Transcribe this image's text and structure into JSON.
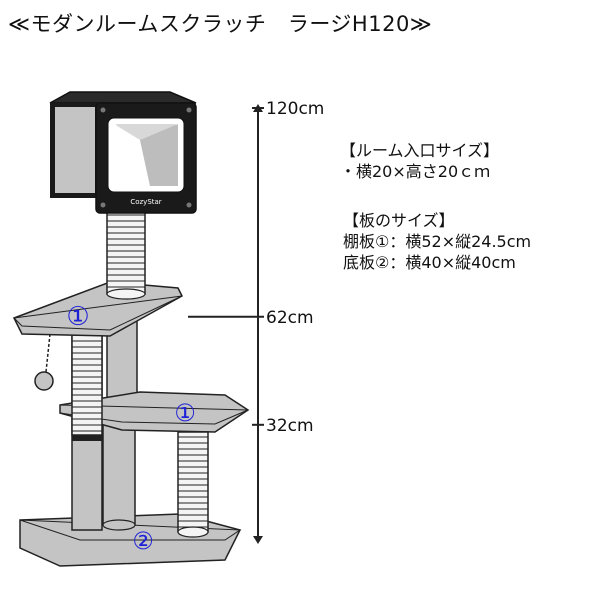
{
  "page": {
    "title": "≪モダンルームスクラッチ　ラージH120≫"
  },
  "height_scale": {
    "marks": [
      {
        "value": 120,
        "label": "120cm"
      },
      {
        "value": 62,
        "label": "62cm"
      },
      {
        "value": 32,
        "label": "32cm"
      }
    ]
  },
  "room_logo": "CozyStar",
  "diagram_labels": {
    "shelf": "①",
    "shelf_lower": "①",
    "base": "②"
  },
  "room_size": {
    "heading": "【ルーム入口サイズ】",
    "detail": "・横20×高さ20ｃｍ"
  },
  "board_size": {
    "heading": "【板のサイズ】",
    "shelf": "棚板①：横52×縦24.5cm",
    "base": "底板②：横40×縦40cm"
  },
  "colors": {
    "board_fill": "#c4c4c4",
    "room_frame": "#1a1a1a",
    "label_blue": "#1e22d6",
    "rope": "#f4f4f4"
  }
}
